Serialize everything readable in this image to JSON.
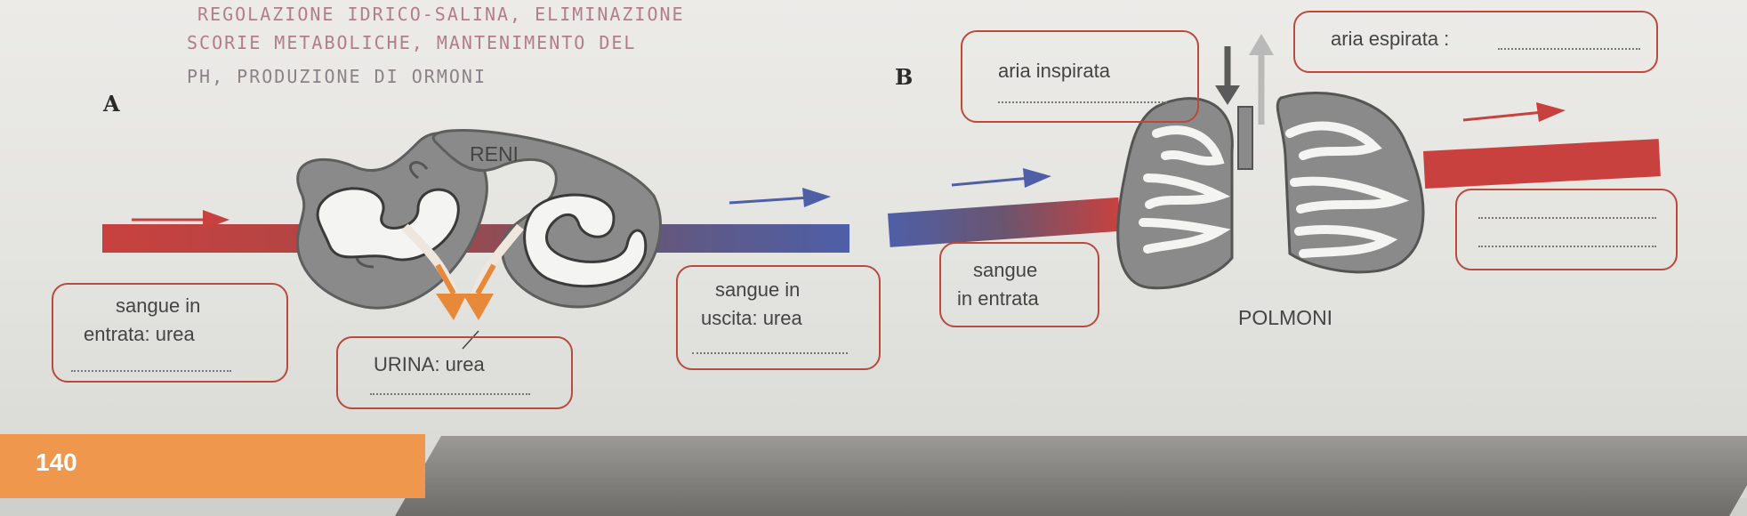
{
  "handwriting": {
    "line1": "REGOLAZIONE IDRICO-SALINA, ELIMINAZIONE",
    "line2": "SCORIE METABOLICHE, MANTENIMENTO DEL",
    "line3": "PH, PRODUZIONE DI ORMONI"
  },
  "sections": {
    "a": "A",
    "b": "B"
  },
  "kidneys": {
    "title": "RENI",
    "blood_in": {
      "line1": "sangue in",
      "line2": "entrata: urea"
    },
    "blood_out": {
      "line1": "sangue in",
      "line2": "uscita: urea"
    },
    "urine": "URINA: urea"
  },
  "lungs": {
    "title": "POLMONI",
    "air_in": "aria inspirata",
    "air_out": "aria espirata :",
    "blood_in": {
      "line1": "sangue",
      "line2": "in entrata"
    }
  },
  "page_number": "140",
  "colors": {
    "arterial_red": "#c8413f",
    "venous_blue": "#4e5fa8",
    "organ_gray": "#7a7a7a",
    "urine_orange": "#e8893a",
    "box_border": "#b84a3e"
  }
}
